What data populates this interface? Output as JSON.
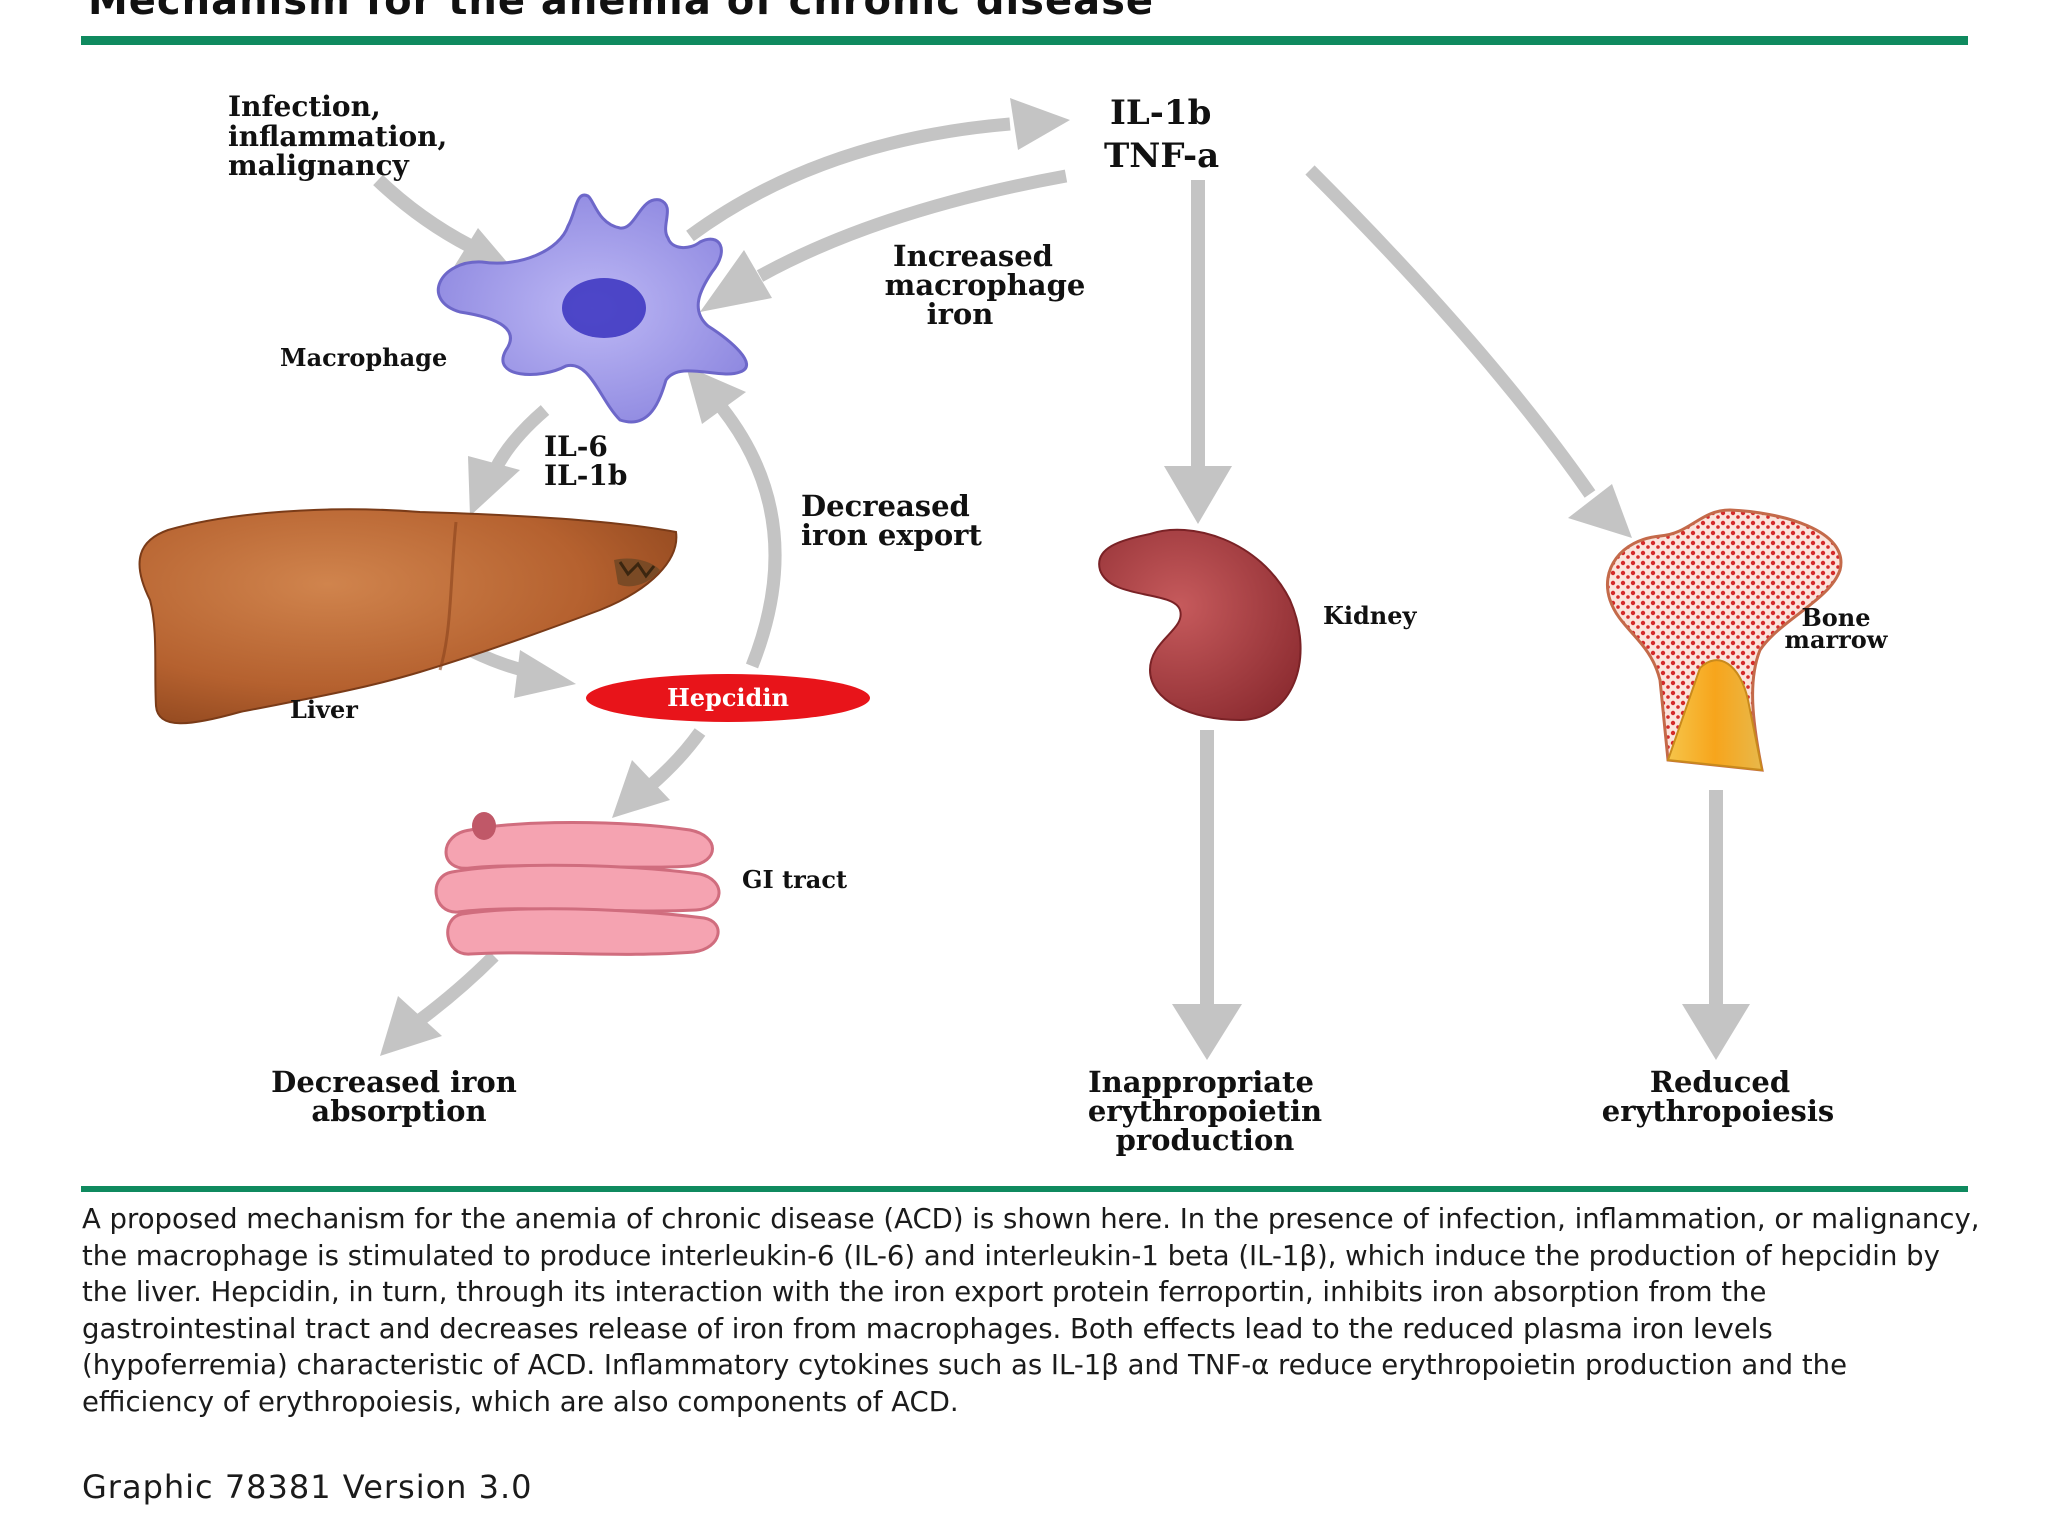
{
  "title": "Mechanism for the anemia of chronic disease",
  "labels": {
    "infection_1": "Infection,",
    "infection_2": "inflammation,",
    "infection_3": "malignancy",
    "macrophage": "Macrophage",
    "cytokine_top_1": "IL-1b",
    "cytokine_top_2": "TNF-a",
    "increased_1": "Increased",
    "increased_2": "macrophage",
    "increased_3": "iron",
    "il6": "IL-6",
    "il1b": "IL-1b",
    "decreased_export_1": "Decreased",
    "decreased_export_2": "iron export",
    "liver": "Liver",
    "hepcidin": "Hepcidin",
    "gi_tract": "GI tract",
    "kidney": "Kidney",
    "bone_marrow_1": "Bone",
    "bone_marrow_2": "marrow",
    "out_absorption_1": "Decreased iron",
    "out_absorption_2": "absorption",
    "out_epo_1": "Inappropriate",
    "out_epo_2": "erythropoietin",
    "out_epo_3": "production",
    "out_reduced_1": "Reduced",
    "out_reduced_2": "erythropoiesis"
  },
  "caption": "A proposed mechanism for the anemia of chronic disease (ACD) is shown here. In the presence of infection, inflammation, or malignancy, the macrophage is stimulated to produce interleukin-6 (IL-6) and interleukin-1 beta (IL-1β), which induce the production of hepcidin by the liver. Hepcidin, in turn, through its interaction with the iron export protein ferroportin, inhibits iron absorption from the gastrointestinal tract and decreases release of iron from macrophages. Both effects lead to the reduced plasma iron levels (hypoferremia) characteristic of ACD. Inflammatory cytokines such as IL-1β and TNF-α  reduce erythropoietin production and the efficiency of erythropoiesis, which are also components of ACD.",
  "version": "Graphic 78381 Version 3.0",
  "colors": {
    "rule": "#0f8a5f",
    "arrow": "#c4c4c4",
    "macrophage": "#9b96e6",
    "liver": "#b5612f",
    "hepcidin": "#e8141a",
    "kidney": "#a63a3e",
    "intestine": "#f29aa8",
    "bone_marrow": "#d93030"
  }
}
